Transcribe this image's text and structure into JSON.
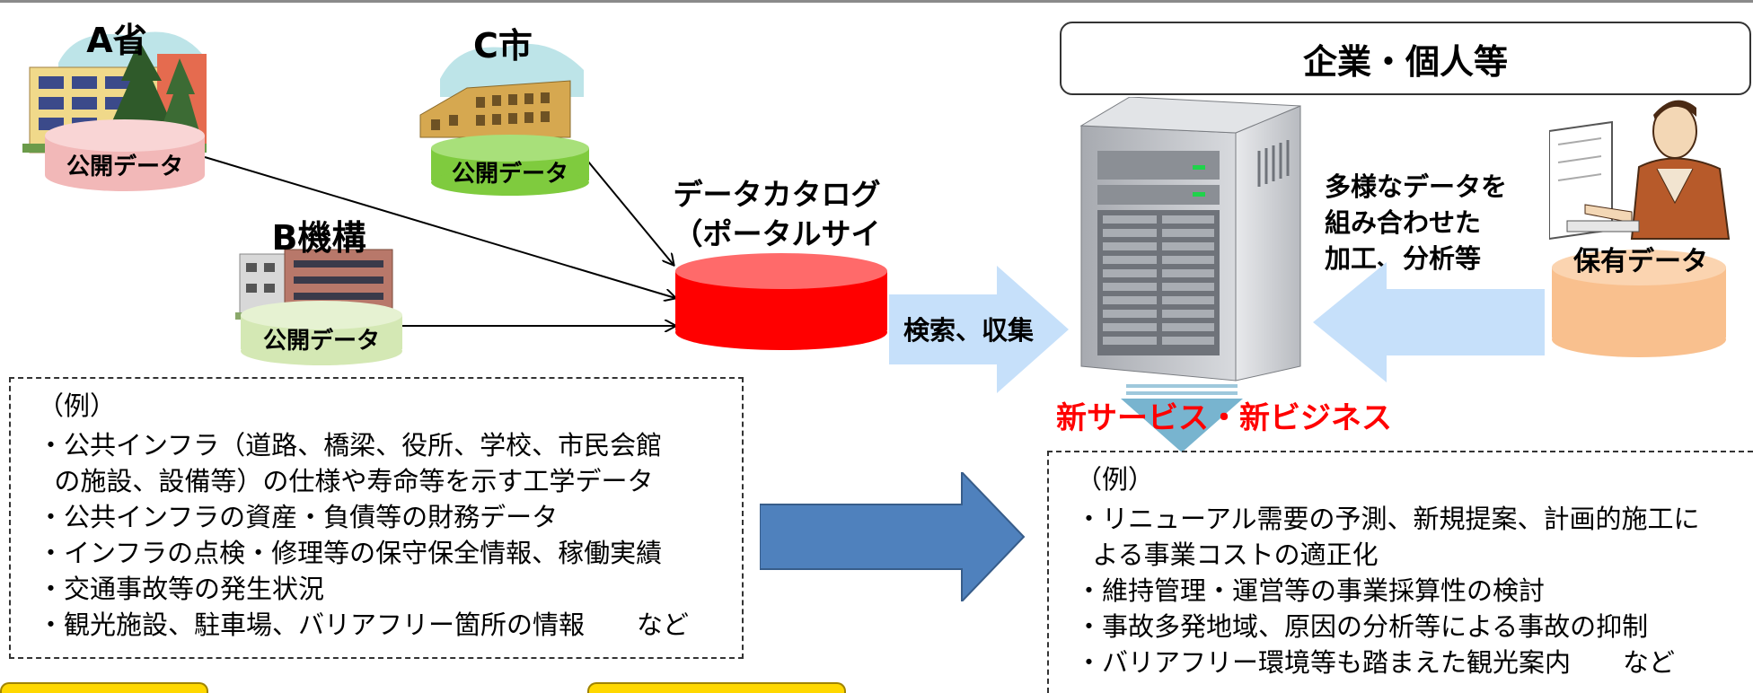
{
  "sources": {
    "a": {
      "name": "A省",
      "data_label": "公開データ"
    },
    "b": {
      "name": "B機構",
      "data_label": "公開データ"
    },
    "c": {
      "name": "C市",
      "data_label": "公開データ"
    }
  },
  "catalog": {
    "line1": "データカタログ",
    "line2": "（ポータルサイト）"
  },
  "search_arrow_label": "検索、収集",
  "enterprise": {
    "heading": "企業・個人等",
    "process_line1": "多様なデータを",
    "process_line2": "組み合わせた",
    "process_line3": "加工、分析等",
    "own_data_label": "保有データ",
    "new_service": "新サービス・新ビジネス"
  },
  "left_examples": {
    "title": "（例）",
    "items": [
      "・公共インフラ（道路、橋梁、役所、学校、市民会館",
      "  の施設、設備等）の仕様や寿命等を示す工学データ",
      "・公共インフラの資産・負債等の財務データ",
      "・インフラの点検・修理等の保守保全情報、稼働実績",
      "・交通事故等の発生状況",
      "・観光施設、駐車場、バリアフリー箇所の情報　　など"
    ]
  },
  "right_examples": {
    "title": "（例）",
    "items": [
      "・リニューアル需要の予測、新規提案、計画的施工に",
      "  よる事業コストの適正化",
      "・維持管理・運営等の事業採算性の検討",
      "・事故多発地域、原因の分析等による事故の抑制",
      "・バリアフリー環境等も踏まえた観光案内　　など"
    ]
  },
  "colors": {
    "pink_cylinder": "#f2b8b8",
    "green_cylinder": "#7fcb3e",
    "light_green_cylinder": "#d4e8b4",
    "red_cylinder": "#ff0000",
    "orange_cylinder": "#f9c08e",
    "light_blue_arrow": "#c6e0fa",
    "blue_arrow": "#4f81bd",
    "new_service_red": "#ff0000",
    "yellow_tab": "#ffd800"
  }
}
